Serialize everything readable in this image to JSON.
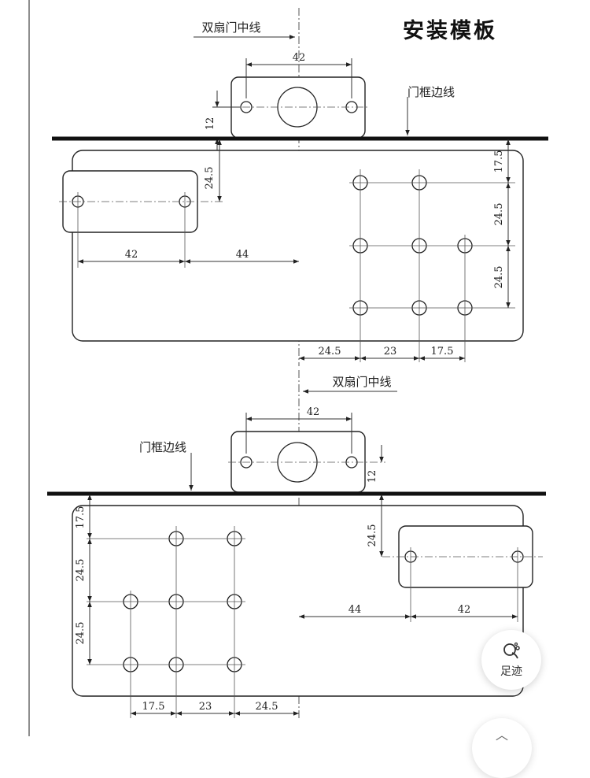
{
  "title": "安装模板",
  "top": {
    "center_line_label": "双扇门中线",
    "frame_edge_label": "门框边线",
    "dims": {
      "bracket_width": "42",
      "bracket_height": "12",
      "plate_offset_v": "24.5",
      "plate_width": "42",
      "plate_to_center": "44",
      "right_top": "17.5",
      "right_v1": "24.5",
      "right_v2": "24.5",
      "bottom_h1": "24.5",
      "bottom_h2": "23",
      "bottom_h3": "17.5"
    }
  },
  "bottom": {
    "center_line_label": "双扇门中线",
    "frame_edge_label": "门框边线",
    "dims": {
      "bracket_width": "42",
      "bracket_height": "12",
      "left_top": "17.5",
      "left_v1": "24.5",
      "left_v2": "24.5",
      "plate_offset_v": "24.5",
      "center_to_plate": "44",
      "plate_width": "42",
      "bottom_h1": "17.5",
      "bottom_h2": "23",
      "bottom_h3": "24.5"
    }
  },
  "footprint_button": {
    "label": "足迹",
    "icon": "footprint-icon"
  },
  "scroll_button": {
    "icon": "chevron-up-icon"
  }
}
